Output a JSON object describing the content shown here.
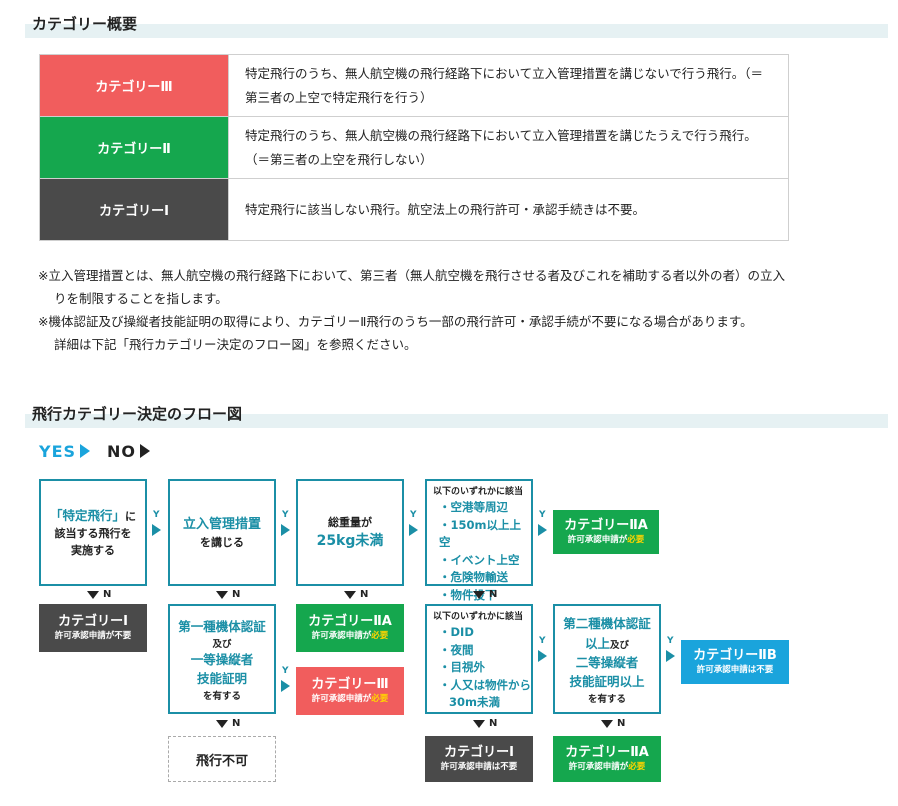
{
  "section1": {
    "title": "カテゴリー概要",
    "rows": [
      {
        "label": "カテゴリーⅢ",
        "color": "#f15d5d",
        "desc": "特定飛行のうち、無人航空機の飛行経路下において立入管理措置を講じないで行う飛行。（＝第三者の上空で特定飛行を行う）"
      },
      {
        "label": "カテゴリーⅡ",
        "color": "#15a74e",
        "desc": "特定飛行のうち、無人航空機の飛行経路下において立入管理措置を講じたうえで行う飛行。（＝第三者の上空を飛行しない）"
      },
      {
        "label": "カテゴリーⅠ",
        "color": "#4a4a4a",
        "desc": "特定飛行に該当しない飛行。航空法上の飛行許可・承認手続きは不要。"
      }
    ]
  },
  "notes": {
    "n1a": "※立入管理措置とは、無人航空機の飛行経路下において、第三者（無人航空機を飛行させる者及びこれを補助する者以外の者）の立入",
    "n1b": "りを制限することを指します。",
    "n2a": "※機体認証及び操縦者技能証明の取得により、カテゴリーⅡ飛行のうち一部の飛行許可・承認手続が不要になる場合があります。",
    "n2b": "詳細は下記「飛行カテゴリー決定のフロー図」を参照ください。"
  },
  "section2": {
    "title": "飛行カテゴリー決定のフロー図"
  },
  "legend": {
    "yes": "YES",
    "no": "NO"
  },
  "flow": {
    "y": "Y",
    "n": "N",
    "q1": {
      "l1": "「特定飛行」",
      "l1b": "に",
      "l2": "該当する飛行を",
      "l3": "実施する"
    },
    "q2": {
      "main": "立入管理措置",
      "sub": "を講じる"
    },
    "q3": {
      "sub": "総重量が",
      "main": "25kg未満"
    },
    "q4": {
      "title": "以下のいずれかに該当",
      "items": [
        "・空港等周辺",
        "・150m以上上空",
        "・イベント上空",
        "・危険物輸送",
        "・物件投下"
      ]
    },
    "q5": {
      "l1": "第一種機体認証",
      "l2": "及び",
      "l3": "一等操縦者",
      "l4": "技能証明",
      "l5": "を有する"
    },
    "q6": {
      "title": "以下のいずれかに該当",
      "items": [
        "・DID",
        "・夜間",
        "・目視外",
        "・人又は物件から",
        "30m未満"
      ]
    },
    "q7": {
      "l1": "第二種機体認証",
      "l2a": "以上",
      "l2b": "及び",
      "l3": "二等操縦者",
      "l4": "技能証明以上",
      "l5": "を有する"
    },
    "r_cat2a_1": {
      "title": "カテゴリーⅡA",
      "pre": "許可承認申請が",
      "req": "必要"
    },
    "r_cat1_1": {
      "title": "カテゴリーⅠ",
      "sub": "許可承認申請が不要"
    },
    "r_cat2a_2": {
      "title": "カテゴリーⅡA",
      "pre": "許可承認申請が",
      "req": "必要"
    },
    "r_cat3": {
      "title": "カテゴリーⅢ",
      "pre": "許可承認申請が",
      "req": "必要"
    },
    "r_cat2b": {
      "title": "カテゴリーⅡB",
      "sub": "許可承認申請は不要"
    },
    "r_cat1_2": {
      "title": "カテゴリーⅠ",
      "sub": "許可承認申請は不要"
    },
    "r_cat2a_3": {
      "title": "カテゴリーⅡA",
      "pre": "許可承認申請が",
      "req": "必要"
    },
    "r_ng": {
      "title": "飛行不可"
    }
  }
}
